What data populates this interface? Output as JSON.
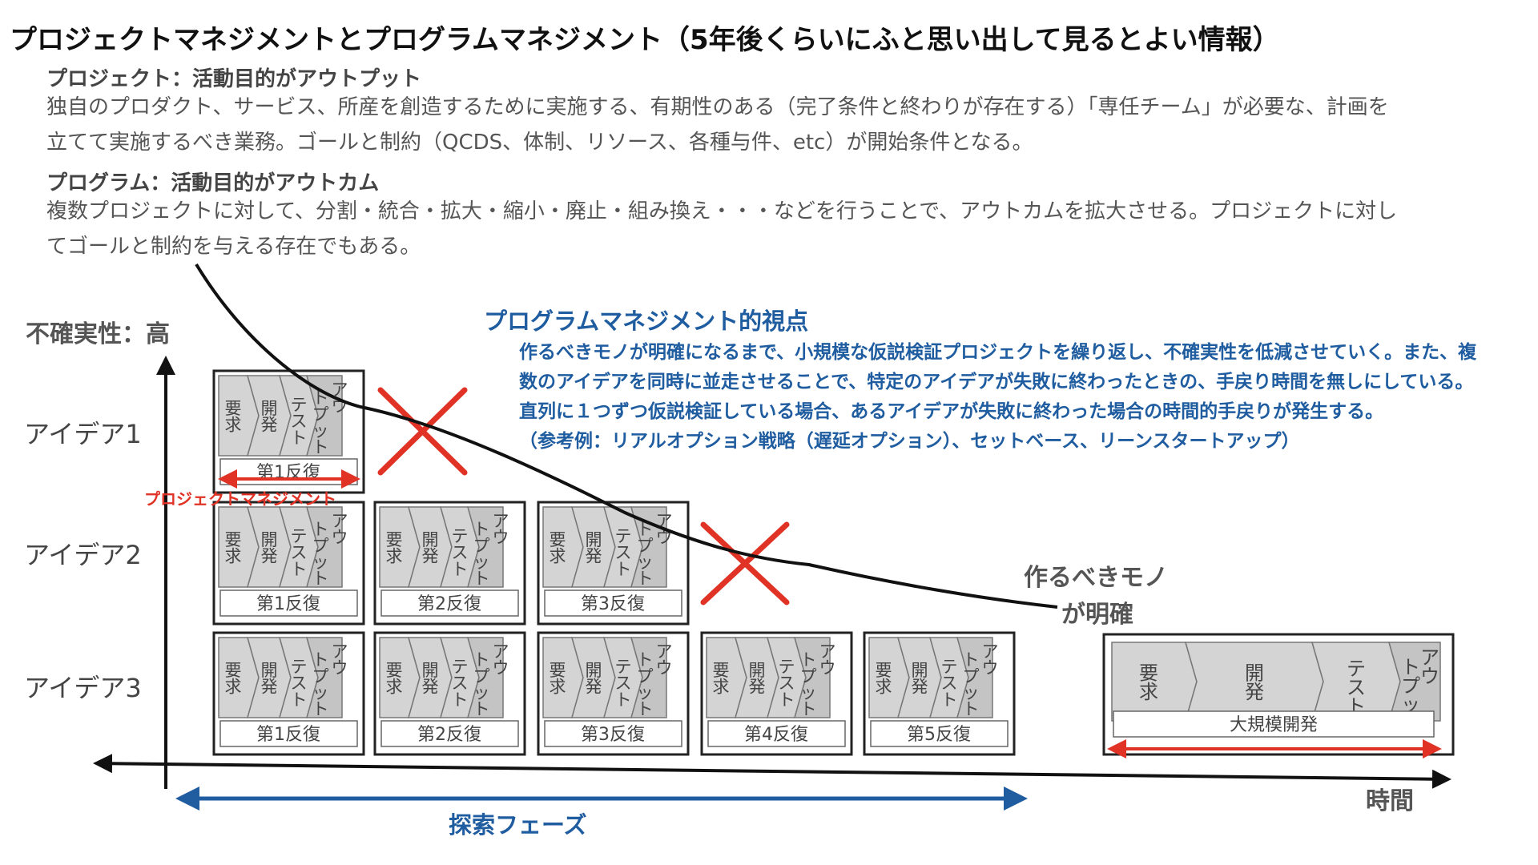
{
  "title": "プロジェクトマネジメントとプログラムマネジメント（5年後くらいにふと思い出して見るとよい情報）",
  "project": {
    "heading": "プロジェクト：活動目的がアウトプット",
    "lines": [
      "独自のプロダクト、サービス、所産を創造するために実施する、有期性のある（完了条件と終わりが存在する）「専任チーム」が必要な、計画を",
      "立てて実施するべき業務。ゴールと制約（QCDS、体制、リソース、各種与件、etc）が開始条件となる。"
    ]
  },
  "program": {
    "heading": "プログラム：活動目的がアウトカム",
    "lines": [
      "複数プロジェクトに対して、分割・統合・拡大・縮小・廃止・組み換え・・・などを行うことで、アウトカムを拡大させる。プロジェクトに対し",
      "てゴールと制約を与える存在でもある。"
    ]
  },
  "diagram": {
    "y_axis_label": "不確実性：高",
    "x_axis_label": "時間",
    "ideas": [
      "アイデア1",
      "アイデア2",
      "アイデア3"
    ],
    "steps": [
      "要求",
      "開発",
      "テスト",
      "アウトプット"
    ],
    "iterations": [
      "第1反復",
      "第2反復",
      "第3反復",
      "第4反復",
      "第5反復"
    ],
    "large_label": "大規模開発",
    "pm_label": "プロジェクトマネジメント",
    "explore_label": "探索フェーズ",
    "clear_line1": "作るべきモノ",
    "clear_line2": "が明確",
    "program_view": {
      "title": "プログラムマネジメント的視点",
      "lines": [
        "作るべきモノが明確になるまで、小規模な仮説検証プロジェクトを繰り返し、不確実性を低減させていく。また、複",
        "数のアイデアを同時に並走させることで、特定のアイデアが失敗に終わったときの、手戻り時間を無しにしている。",
        "直列に１つずつ仮説検証している場合、あるアイデアが失敗に終わった場合の時間的手戻りが発生する。",
        "（参考例：リアルオプション戦略（遅延オプション）、セットベース、リーンスタートアップ）"
      ]
    },
    "colors": {
      "red": "#e03326",
      "blue": "#1f5da0",
      "step_fill": "#d4d4d4",
      "output_fill": "#c4c4c4"
    }
  }
}
